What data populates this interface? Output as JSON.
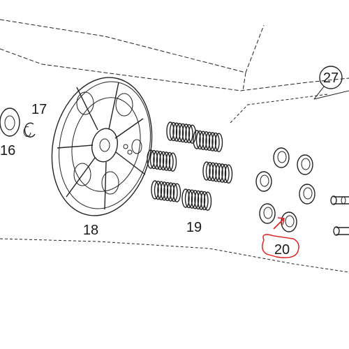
{
  "diagram": {
    "callouts": {
      "part_16": "16",
      "part_17": "17",
      "part_18": "18",
      "part_19": "19",
      "part_20": "20",
      "part_27": "27"
    },
    "highlight_color": "#e01b1b",
    "line_color": "#222222"
  }
}
